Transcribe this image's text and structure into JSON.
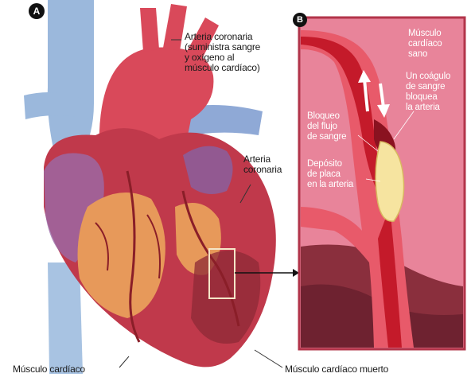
{
  "badges": {
    "a": "A",
    "b": "B"
  },
  "labels": {
    "coronary_artery_top": "Arteria coronaria\n(suministra sangre\ny oxígeno al\nmúsculo cardíaco)",
    "coronary_artery": "Arteria\ncoronaria",
    "heart_muscle": "Músculo cardíaco",
    "dead_heart_muscle": "Músculo cardíaco muerto",
    "healthy_muscle": "Músculo\ncardíaco\nsano",
    "clot": "Un coágulo\nde sangre\nbloquea\nla arteria",
    "blockage": "Bloqueo\ndel flujo\nde sangre",
    "plaque": "Depósito\nde placa\nen la arteria"
  },
  "colors": {
    "vessel_blue": "#9bb8dc",
    "heart_red": "#c0394b",
    "muscle_orange": "#e7995a",
    "panel_bg": "#e8849a",
    "artery_wall": "#e85a6a",
    "blood": "#c41a2a",
    "plaque": "#f6e4a0"
  }
}
